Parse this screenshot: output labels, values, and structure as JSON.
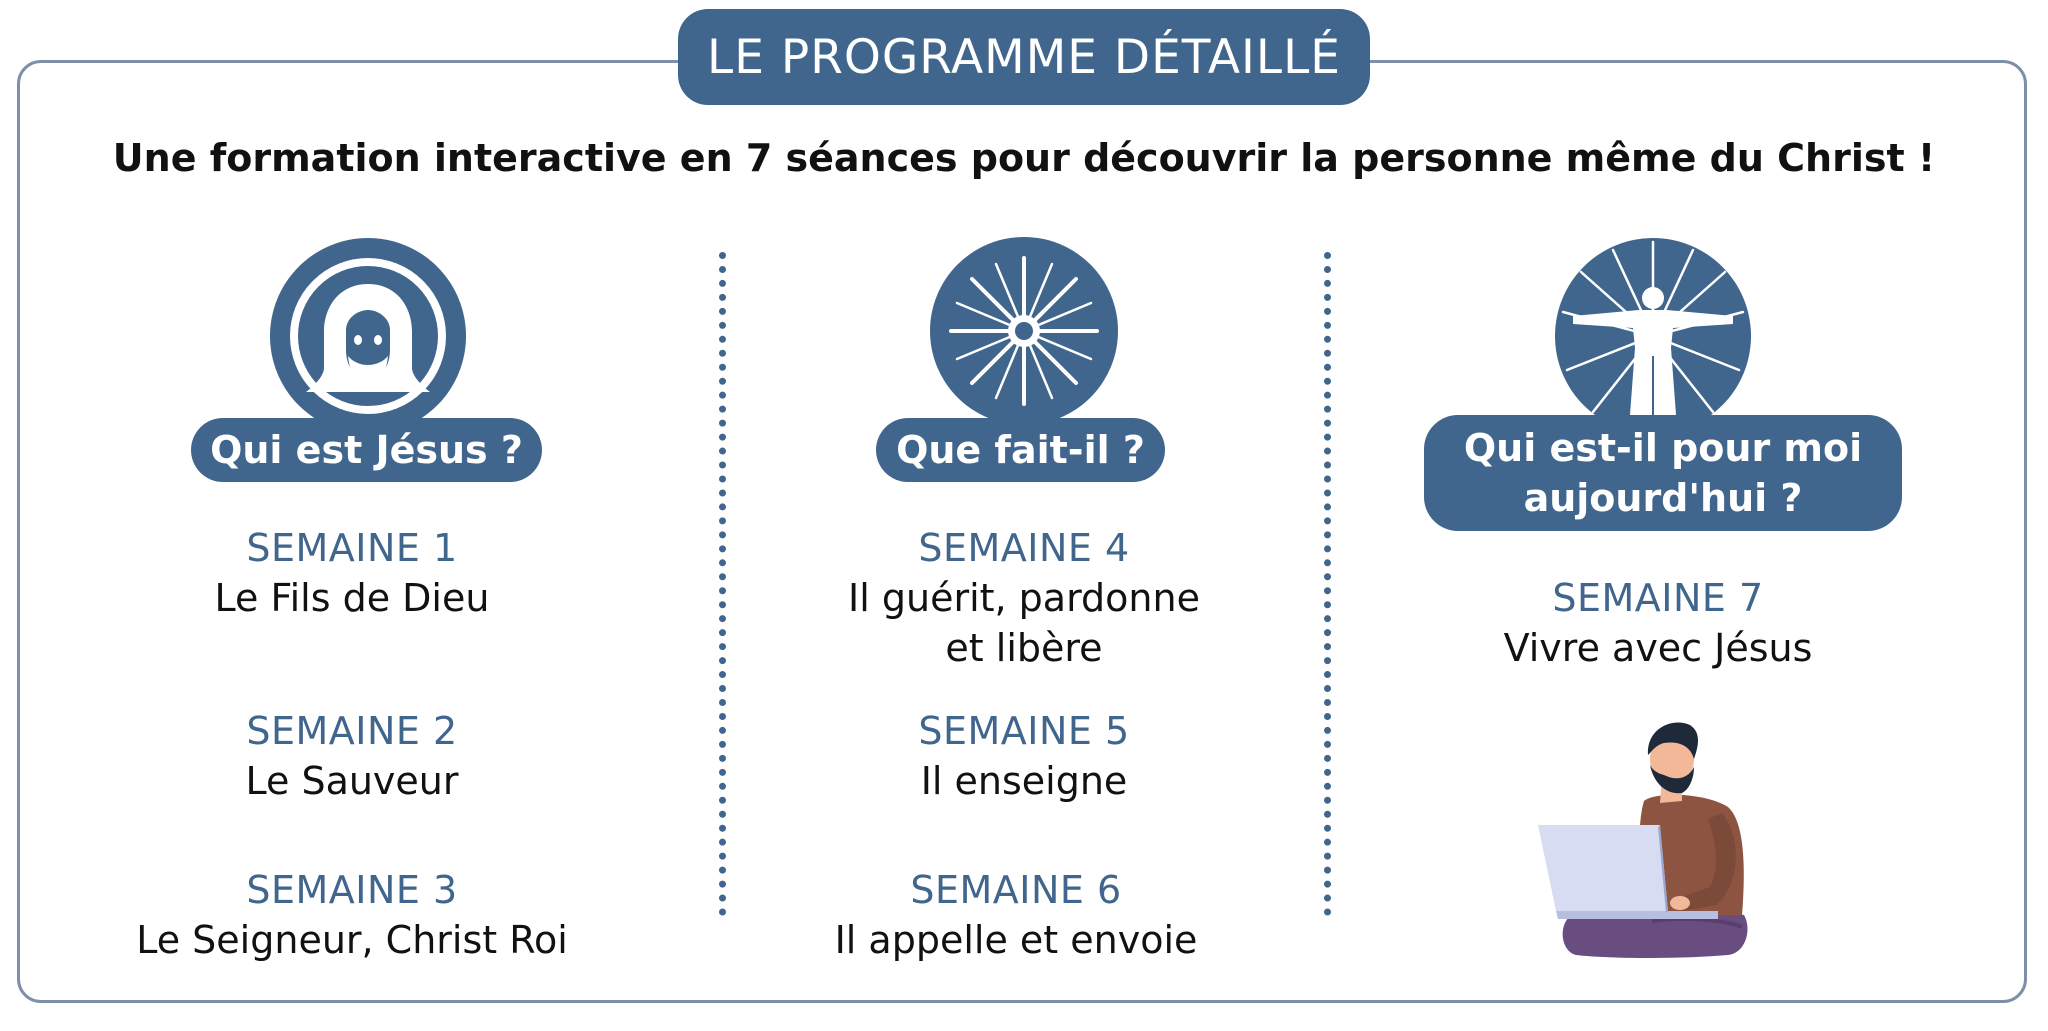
{
  "header": {
    "title": "LE PROGRAMME DÉTAILLÉ"
  },
  "subtitle": "Une formation interactive en 7 séances pour découvrir la personne même du Christ !",
  "colors": {
    "accent": "#41668d",
    "frame": "#7d8fa9",
    "text": "#111111"
  },
  "columns": [
    {
      "icon": "jesus-face-icon",
      "heading": "Qui est Jésus ?",
      "weeks": [
        {
          "label": "SEMAINE 1",
          "title": "Le Fils de Dieu"
        },
        {
          "label": "SEMAINE 2",
          "title": "Le Sauveur"
        },
        {
          "label": "SEMAINE 3",
          "title": "Le Seigneur, Christ Roi"
        }
      ]
    },
    {
      "icon": "radiant-star-icon",
      "heading": "Que fait-il ?",
      "weeks": [
        {
          "label": "SEMAINE 4",
          "title_line1": "Il guérit, pardonne",
          "title_line2": "et libère"
        },
        {
          "label": "SEMAINE 5",
          "title": "Il enseigne"
        },
        {
          "label": "SEMAINE 6",
          "title": "Il appelle et envoie"
        }
      ]
    },
    {
      "icon": "christ-statue-icon",
      "heading_line1": "Qui est-il pour moi",
      "heading_line2": "aujourd'hui ?",
      "weeks": [
        {
          "label": "SEMAINE 7",
          "title": "Vivre avec Jésus"
        }
      ],
      "illustration": "person-with-laptop-illustration"
    }
  ]
}
